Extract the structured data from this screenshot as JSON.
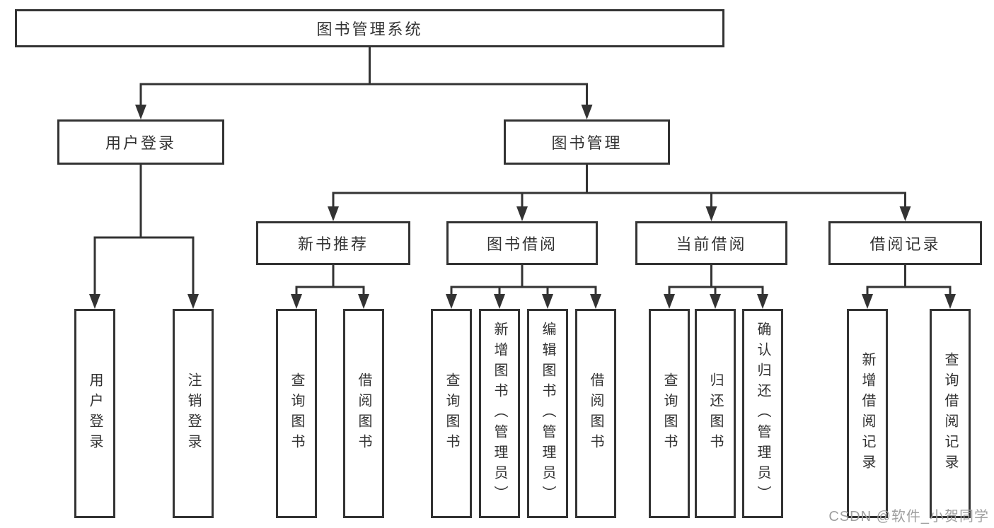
{
  "tree": {
    "root": "图书管理系统",
    "branches": [
      {
        "label": "用户登录",
        "leaves": [
          "用户登录",
          "注销登录"
        ]
      },
      {
        "label": "图书管理",
        "groups": [
          {
            "label": "新书推荐",
            "leaves": [
              "查询图书",
              "借阅图书"
            ]
          },
          {
            "label": "图书借阅",
            "leaves": [
              "查询图书",
              "新增图书（管理员）",
              "编辑图书（管理员）",
              "借阅图书"
            ]
          },
          {
            "label": "当前借阅",
            "leaves": [
              "查询图书",
              "归还图书",
              "确认归还（管理员）"
            ]
          },
          {
            "label": "借阅记录",
            "leaves": [
              "新增借阅记录",
              "查询借阅记录"
            ]
          }
        ]
      }
    ]
  },
  "watermark": "CSDN @软件_小贺同学",
  "colors": {
    "line": "#333333",
    "box_border": "#333333",
    "text": "#333333",
    "background": "#ffffff",
    "watermark": "#9f9f9f"
  }
}
